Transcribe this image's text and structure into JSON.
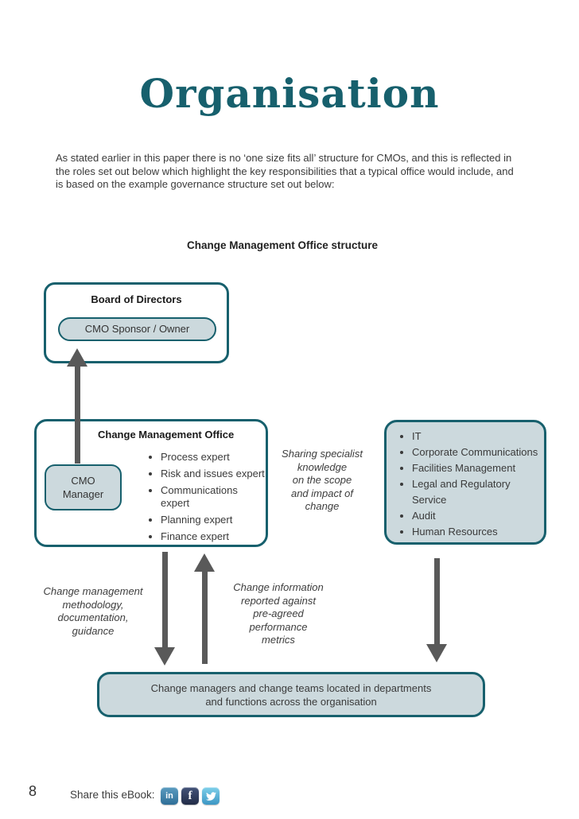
{
  "page": {
    "number": "8",
    "title": "Organisation",
    "intro": "As stated earlier in this paper there is no ‘one size fits all’ structure for CMOs, and this is reflected in the roles set out below which highlight the key responsibilities that a typical office would include, and is based on the example governance structure set out below:"
  },
  "diagram": {
    "heading": "Change Management Office structure",
    "board": {
      "title": "Board of Directors",
      "sponsor": "CMO Sponsor / Owner"
    },
    "cmo": {
      "title": "Change Management Office",
      "manager": "CMO\nManager",
      "experts": [
        "Process expert",
        "Risk and issues expert",
        "Communications expert",
        "Planning expert",
        "Finance expert"
      ]
    },
    "sharing_note": "Sharing specialist\nknowledge\non the scope\nand impact of\nchange",
    "departments": [
      "IT",
      "Corporate Communications",
      "Facilities Management",
      "Legal and Regulatory Service",
      "Audit",
      "Human Resources"
    ],
    "left_note": "Change management\nmethodology,\ndocumentation,\nguidance",
    "right_note": "Change information\nreported against\npre-agreed\nperformance\nmetrics",
    "teams_box": "Change managers and change teams located in departments\nand functions across the organisation"
  },
  "footer": {
    "share_label": "Share this eBook:",
    "social": [
      {
        "name": "linkedin",
        "label": "in"
      },
      {
        "name": "facebook",
        "label": "f"
      },
      {
        "name": "twitter",
        "label": ""
      }
    ]
  },
  "colors": {
    "teal": "#17606d",
    "panel_fill": "#ccd9dd",
    "arrow": "#595959",
    "text": "#3a3a3a"
  }
}
